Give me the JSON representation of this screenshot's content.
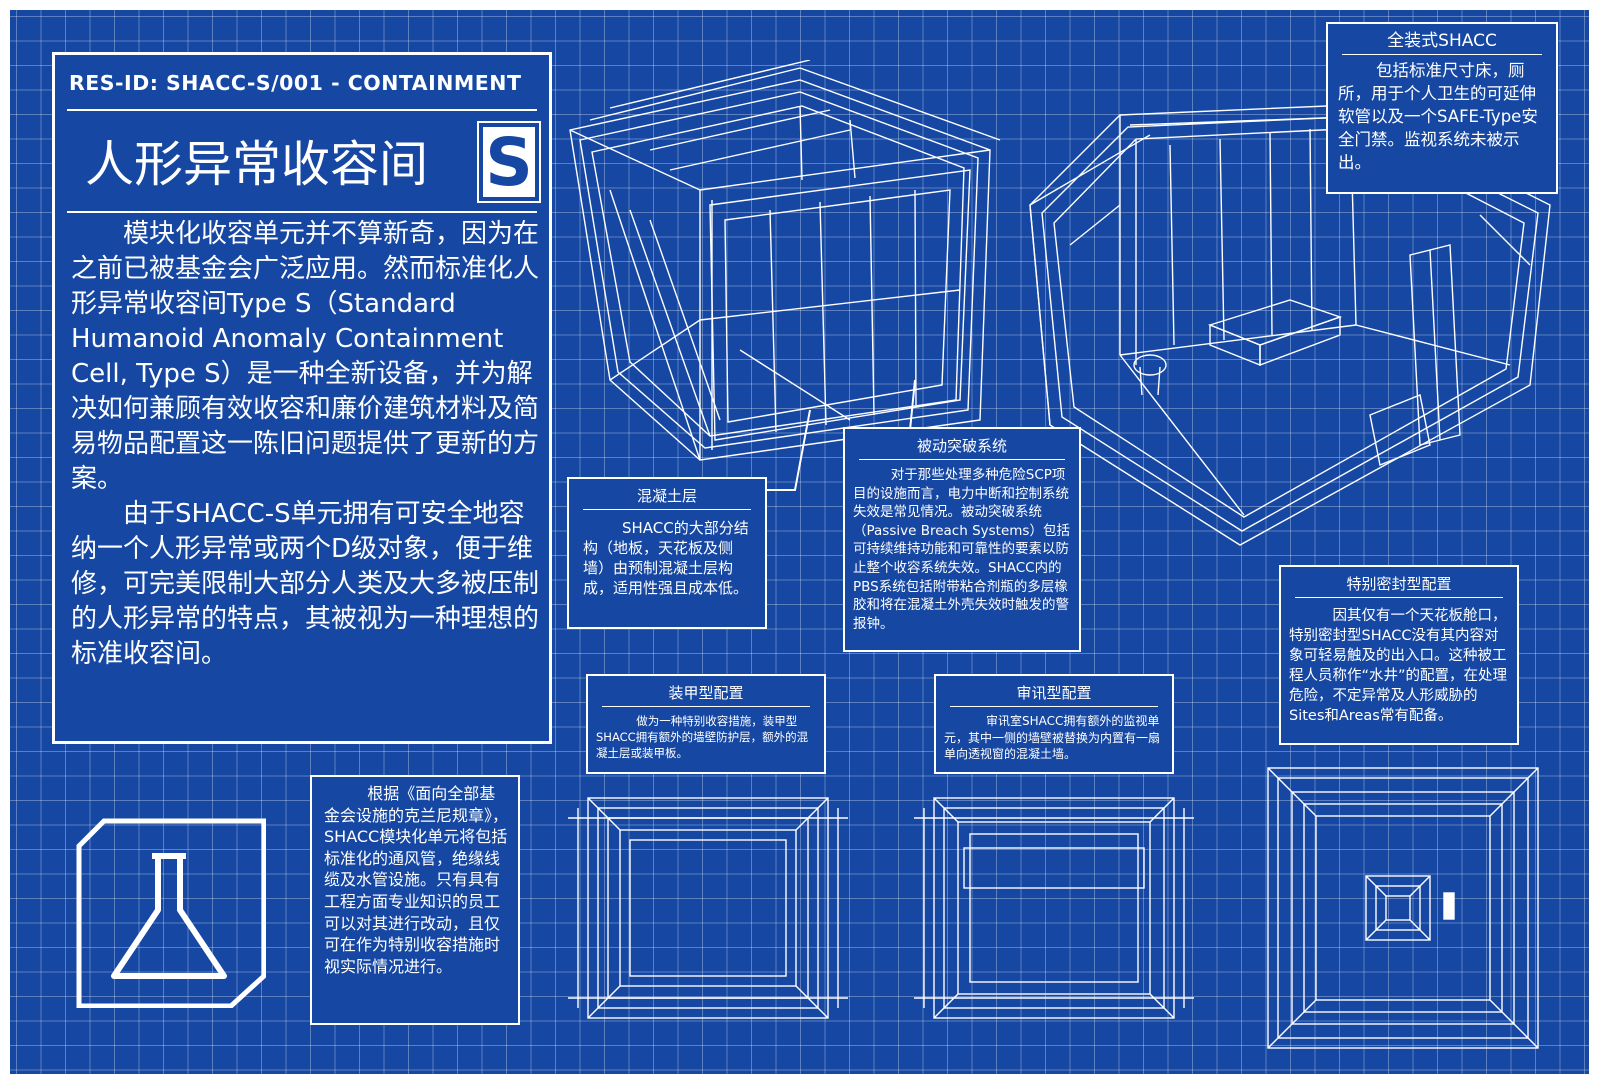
{
  "header": {
    "res_id": "RES-ID: SHACC-S/001 - CONTAINMENT",
    "title": "人形异常收容间",
    "badge_letter": "S"
  },
  "intro": {
    "para1": "模块化收容单元并不算新奇，因为在之前已被基金会广泛应用。然而标准化人形异常收容间Type S（Standard Humanoid Anomaly Containment Cell, Type S）是一种全新设备，并为解决如何兼顾有效收容和廉价建筑材料及简易物品配置这一陈旧问题提供了更新的方案。",
    "para2": "由于SHACC-S单元拥有可安全地容纳一个人形异常或两个D级对象，便于维修，可完美限制大部分人类及大多被压制的人形异常的特点，其被视为一种理想的标准收容间。"
  },
  "cards": {
    "full": {
      "title": "全装式SHACC",
      "body": "包括标准尺寸床，厕所，用于个人卫生的可延伸软管以及一个SAFE-Type安全门禁。监视系统未被示出。"
    },
    "concrete": {
      "title": "混凝土层",
      "body": "SHACC的大部分结构（地板，天花板及侧墙）由预制混凝土层构成，适用性强且成本低。"
    },
    "passive": {
      "title": "被动突破系统",
      "body": "对于那些处理多种危险SCP项目的设施而言，电力中断和控制系统失效是常见情况。被动突破系统（Passive Breach Systems）包括可持续维持功能和可靠性的要素以防止整个收容系统失效。SHACC内的PBS系统包括附带粘合剂瓶的多层橡胶和将在混凝土外壳失效时触发的警报钟。"
    },
    "sealed": {
      "title": "特别密封型配置",
      "body": "因其仅有一个天花板舱口，特别密封型SHACC没有其内容对象可轻易触及的出入口。这种被工程人员称作“水井”的配置，在处理危险，不定异常及人形威胁的Sites和Areas常有配备。"
    },
    "armored": {
      "title": "装甲型配置",
      "body": "做为一种特别收容措施，装甲型SHACC拥有额外的墙壁防护层，额外的混凝土层或装甲板。"
    },
    "interrogation": {
      "title": "审讯型配置",
      "body": "审讯室SHACC拥有额外的监视单元，其中一侧的墙壁被替换为内置有一扇单向透视窗的混凝土墙。"
    },
    "kranier": {
      "body": "根据《面向全部基金会设施的克兰尼规章》，SHACC模块化单元将包括标准化的通风管，绝缘线缆及水管设施。只有具有工程方面专业知识的员工可以对其进行改动，且仅可在作为特别收容措施时视实际情况进行。"
    }
  },
  "icons": {
    "flask": "flask-icon"
  },
  "colors": {
    "background": "#1547a3",
    "lines": "#ffffff"
  }
}
